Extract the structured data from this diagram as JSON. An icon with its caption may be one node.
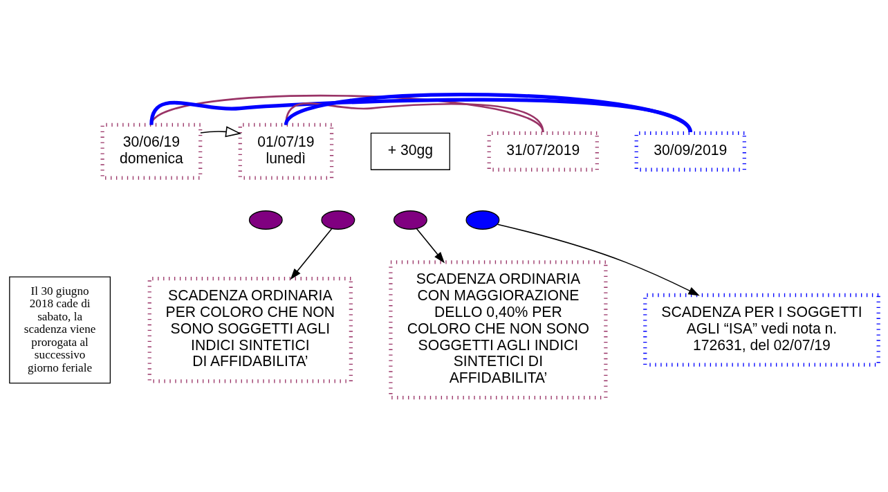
{
  "diagram": {
    "nodes": [
      {
        "text": [
          "30/06/19 domenica"
        ]
      },
      {
        "text": [
          "01/07/19 lunedì"
        ]
      },
      {
        "text": [
          "+ 30gg"
        ]
      },
      {
        "text": [
          "31/07/2019"
        ]
      },
      {
        "text": [
          "30/09/2019"
        ]
      },
      {
        "text": [],
        "shape": "circle"
      },
      {
        "text": [],
        "shape": "circle"
      },
      {
        "text": [],
        "shape": "circle"
      },
      {
        "text": [],
        "shape": "circle"
      },
      {
        "text": [
          "Il 30 giugno 2018 cade di sabato, la scadenza viene prorogata al successivo giorno feriale"
        ]
      },
      {
        "text": [
          "SCADENZA ORDINARIA PER COLORO CHE NON SONO SOGGETTI AGLI INDICI SINTETICI DI AFFIDABILITA’"
        ]
      },
      {
        "text": [
          "SCADENZA ORDINARIA CON MAGGIORAZIONE DELLO 0,40% PER COLORO CHE NON SONO SOGGETTI AGLI INDICI SINTETICI DI AFFIDABILITA’"
        ]
      },
      {
        "text": [
          "SCADENZA PER I SOGGETTI AGLI “ISA” vedi nota n. 172631, del 02/07/19"
        ]
      }
    ],
    "edges": [
      {
        "from": 0,
        "to": 4,
        "arrow": "none",
        "style": "thick",
        "color": "#0000ff"
      },
      {
        "from": 0,
        "to": 3,
        "arrow": "none",
        "color": "#993366"
      },
      {
        "from": 1,
        "to": 4,
        "arrow": "none",
        "style": "thick",
        "color": "#0000ff"
      },
      {
        "from": 1,
        "to": 3,
        "arrow": "none",
        "color": "#993366"
      },
      {
        "from": 0,
        "to": 1,
        "arrow": "to"
      },
      {
        "from": 6,
        "to": 10,
        "arrow": "to"
      },
      {
        "from": 7,
        "to": 11,
        "arrow": "to"
      },
      {
        "from": 8,
        "to": 12,
        "arrow": "to"
      }
    ]
  }
}
